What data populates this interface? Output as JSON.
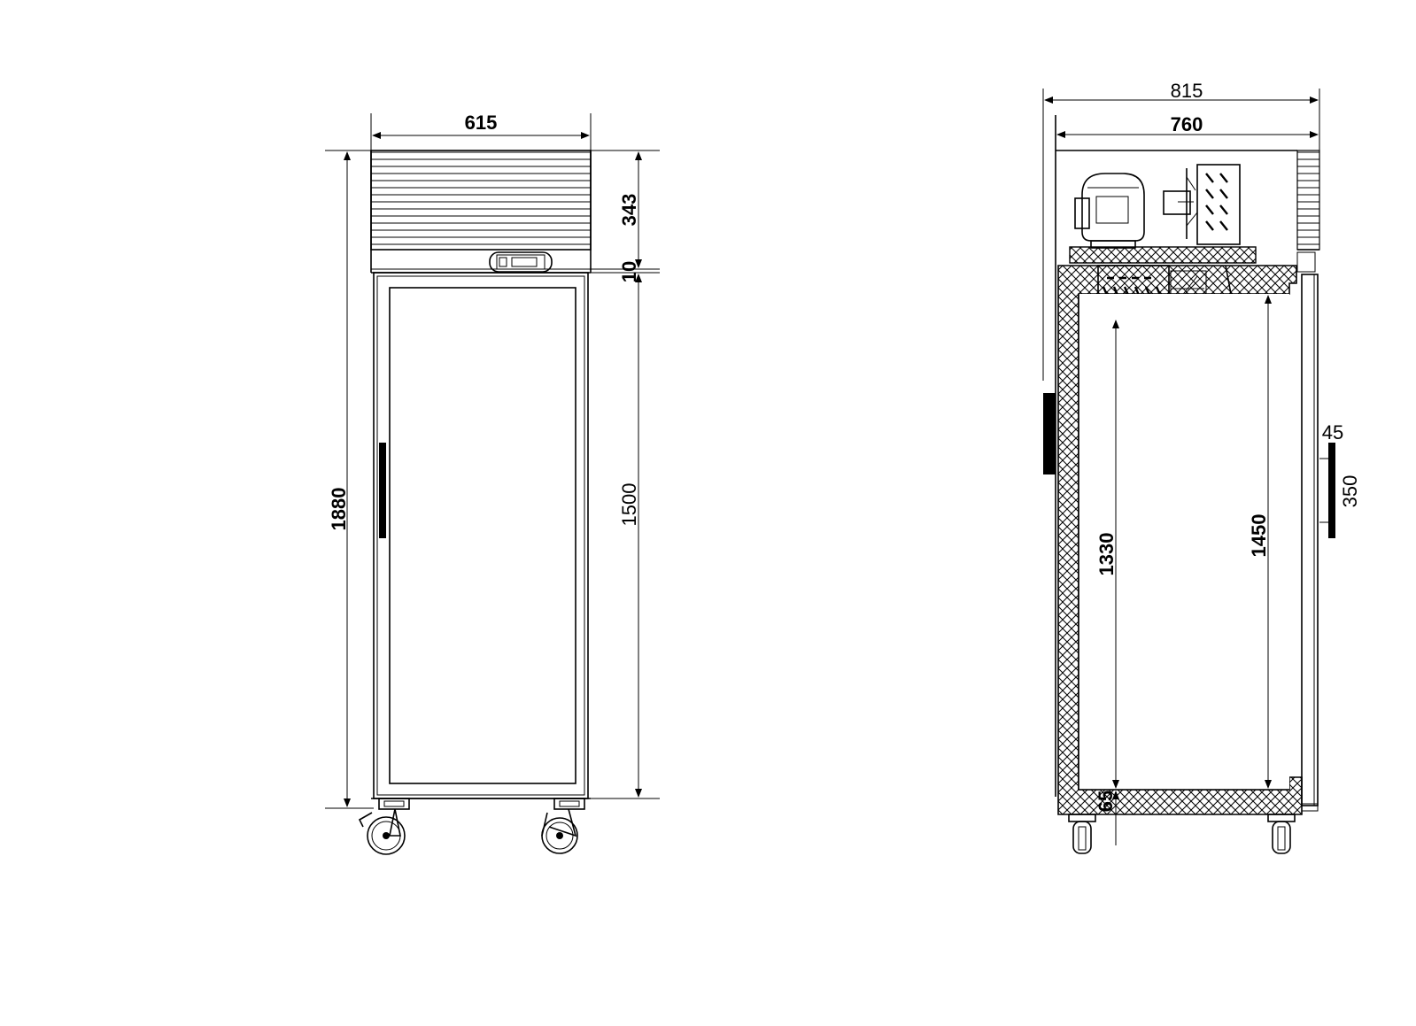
{
  "front_view": {
    "width": "615",
    "total_height": "1880",
    "top_unit_height": "343",
    "gap": "10",
    "door_height": "1500"
  },
  "side_view": {
    "overall_depth": "815",
    "body_depth": "760",
    "handle_offset": "45",
    "handle_length": "350",
    "interior_height_1": "1330",
    "interior_height_2": "1450",
    "bottom_clearance": "65"
  },
  "colors": {
    "line": "#000000",
    "background": "#ffffff"
  }
}
